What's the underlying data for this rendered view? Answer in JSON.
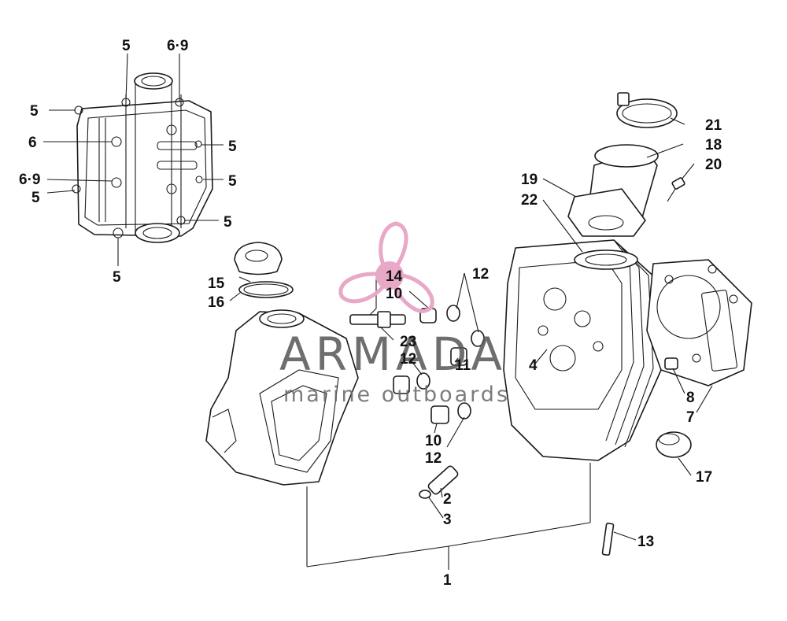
{
  "watermark": {
    "brand": "ARMADA",
    "tagline": "marine outboards",
    "accent_color": "#e8a8c8"
  },
  "callouts": {
    "c1": "1",
    "c2": "2",
    "c3": "3",
    "c4": "4",
    "c5a": "5",
    "c5b": "5",
    "c5c": "5",
    "c5d": "5",
    "c5e": "5",
    "c5f": "5",
    "c5g": "5",
    "c69a": "6·9",
    "c69b": "6·9",
    "c6": "6",
    "c7": "7",
    "c8": "8",
    "c10a": "10",
    "c10b": "10",
    "c11": "11",
    "c12a": "12",
    "c12b": "12",
    "c12c": "12",
    "c13": "13",
    "c14": "14",
    "c15": "15",
    "c16": "16",
    "c17": "17",
    "c18": "18",
    "c19": "19",
    "c20": "20",
    "c21": "21",
    "c22": "22",
    "c23": "23"
  }
}
